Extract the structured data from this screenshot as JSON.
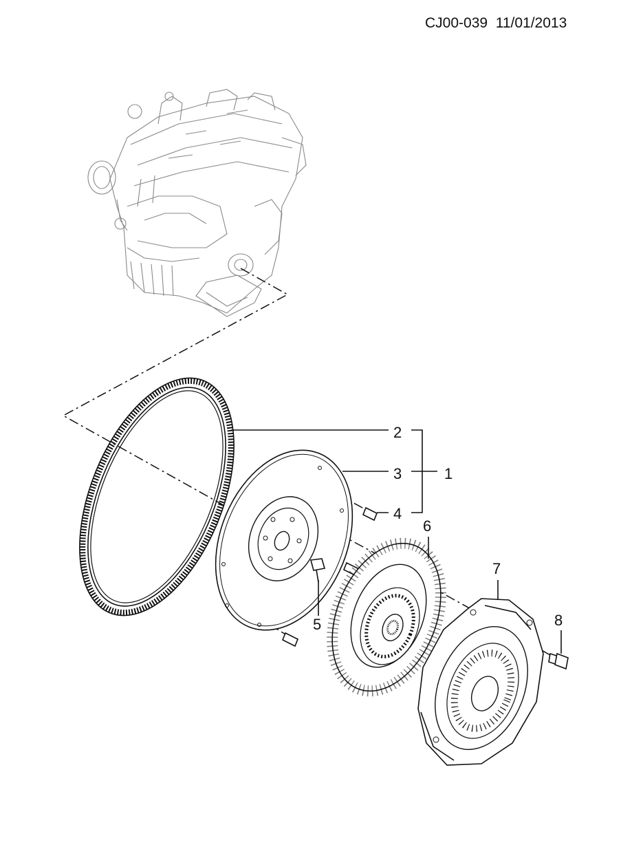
{
  "header": {
    "code": "CJ00-039",
    "date": "11/01/2013"
  },
  "callouts": [
    {
      "id": "1",
      "label": "1"
    },
    {
      "id": "2",
      "label": "2"
    },
    {
      "id": "3",
      "label": "3"
    },
    {
      "id": "4",
      "label": "4"
    },
    {
      "id": "5",
      "label": "5"
    },
    {
      "id": "6",
      "label": "6"
    },
    {
      "id": "7",
      "label": "7"
    },
    {
      "id": "8",
      "label": "8"
    }
  ],
  "icons": {
    "engine": "engine-illustration",
    "ring_gear": "ring-gear",
    "flywheel": "flywheel-plate",
    "clutch_disc": "clutch-disc",
    "pressure_plate": "pressure-plate",
    "bolt": "bolt"
  }
}
